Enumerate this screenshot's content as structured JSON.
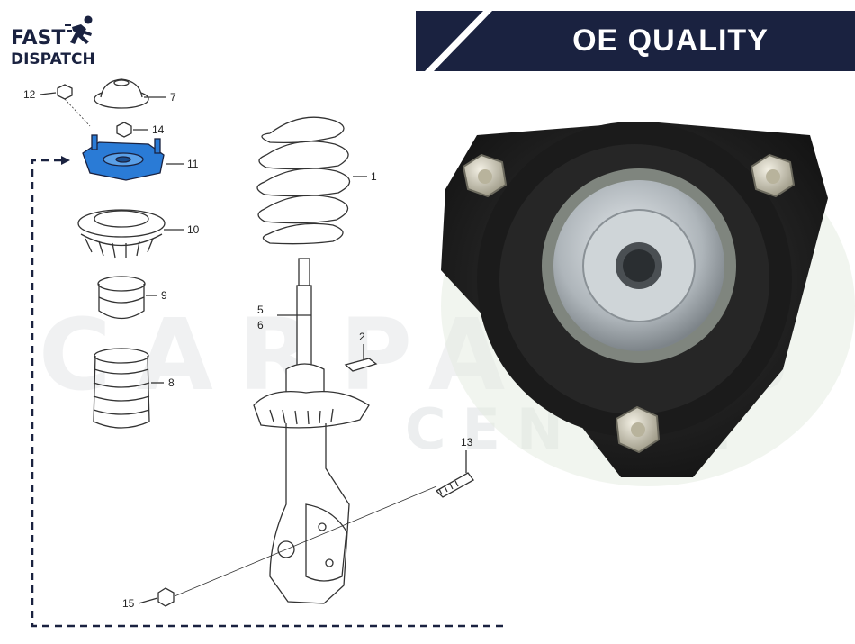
{
  "badge": {
    "fast": "FAST",
    "dispatch": "DISPATCH"
  },
  "banner": {
    "text": "OE QUALITY",
    "color": "#1a2240"
  },
  "watermark": {
    "line1": "CARPARTS",
    "line2": "CENTRE"
  },
  "callouts": {
    "c1": "1",
    "c2": "2",
    "c5": "5",
    "c6": "6",
    "c7": "7",
    "c8": "8",
    "c9": "9",
    "c10": "10",
    "c11": "11",
    "c12": "12",
    "c13": "13",
    "c14": "14",
    "c15": "15"
  },
  "highlight_color": "#2a7bd6",
  "accent_color": "#1a2240"
}
